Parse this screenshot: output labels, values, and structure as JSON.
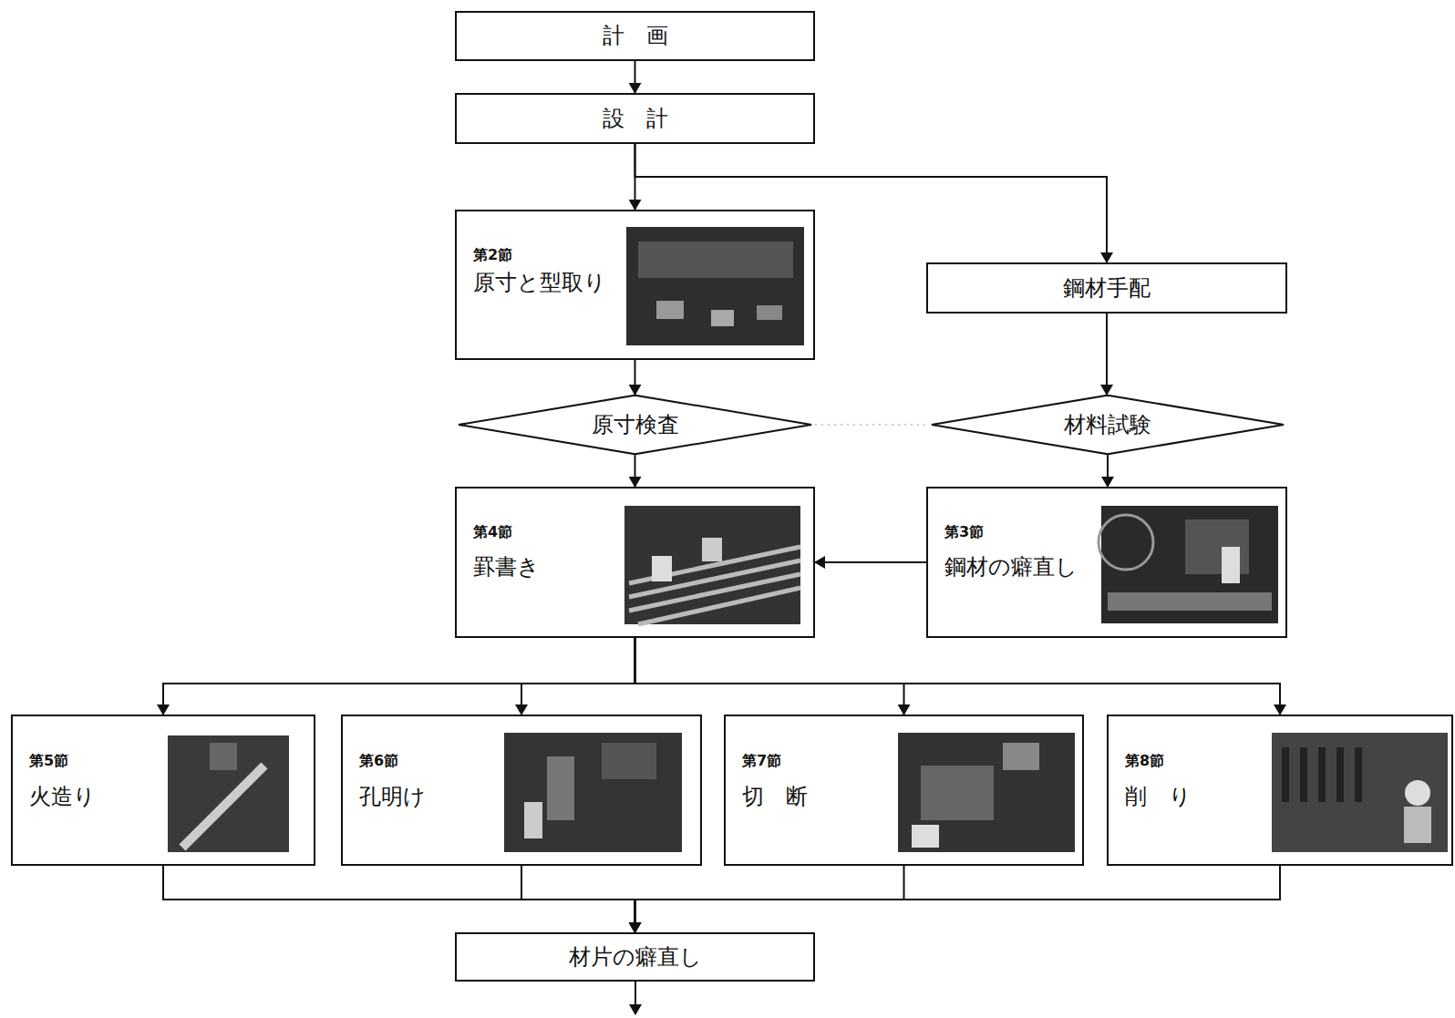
{
  "diagram": {
    "nodes": [
      {
        "text": [
          "計　画"
        ]
      },
      {
        "text": [
          "設　計"
        ]
      },
      {
        "text": [
          "第2節",
          "原寸と型取り"
        ]
      },
      {
        "text": [
          "鋼材手配"
        ]
      },
      {
        "text": [
          "原寸検査"
        ]
      },
      {
        "text": [
          "材料試験"
        ]
      },
      {
        "text": [
          "第4節",
          "罫書き"
        ]
      },
      {
        "text": [
          "第3節",
          "鋼材の癖直し"
        ]
      },
      {
        "text": [
          "第5節",
          "火造り"
        ]
      },
      {
        "text": [
          "第6節",
          "孔明け"
        ]
      },
      {
        "text": [
          "第7節",
          "切　断"
        ]
      },
      {
        "text": [
          "第8節",
          "削　り"
        ]
      },
      {
        "text": [
          "材片の癖直し"
        ]
      }
    ],
    "edges": [
      {
        "from": 0,
        "to": 1,
        "arrow": "to"
      },
      {
        "from": 1,
        "to": 2,
        "arrow": "to"
      },
      {
        "from": 1,
        "to": 3,
        "arrow": "to"
      },
      {
        "from": 2,
        "to": 4,
        "arrow": "to"
      },
      {
        "from": 3,
        "to": 5,
        "arrow": "to"
      },
      {
        "from": 4,
        "to": 5,
        "arrow": "none"
      },
      {
        "from": 4,
        "to": 6,
        "arrow": "to"
      },
      {
        "from": 5,
        "to": 7,
        "arrow": "to"
      },
      {
        "from": 7,
        "to": 6,
        "arrow": "to"
      },
      {
        "from": 6,
        "to": 8,
        "arrow": "to"
      },
      {
        "from": 6,
        "to": 9,
        "arrow": "to"
      },
      {
        "from": 6,
        "to": 10,
        "arrow": "to"
      },
      {
        "from": 6,
        "to": 11,
        "arrow": "to"
      },
      {
        "from": 8,
        "to": 12,
        "arrow": "to"
      },
      {
        "from": 9,
        "to": 12,
        "arrow": "to"
      },
      {
        "from": 10,
        "to": 12,
        "arrow": "to"
      },
      {
        "from": 11,
        "to": 12,
        "arrow": "to"
      }
    ]
  }
}
